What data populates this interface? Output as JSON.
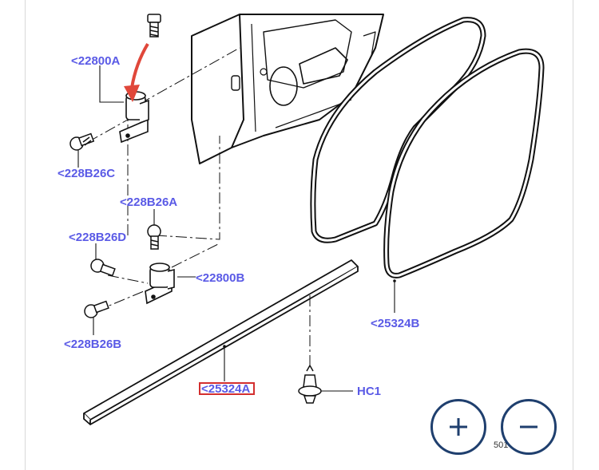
{
  "diagram": {
    "callouts": {
      "hinge_upper": "<22800A",
      "bolt_c": "<228B26C",
      "bolt_a": "<228B26A",
      "bolt_d": "<228B26D",
      "hinge_lower": "<22800B",
      "bolt_b": "<228B26B",
      "seal_frame": "<25324B",
      "seal_strip": "<25324A",
      "clip": "HC1"
    },
    "highlighted_callout": "seal_strip",
    "highlight_color": "#d32f2f",
    "arrow_color": "#e0473a",
    "callout_color": "#5a5ae6"
  },
  "page": {
    "number": "501"
  },
  "controls": {
    "zoom_in_icon": "plus-icon",
    "zoom_out_icon": "minus-icon",
    "button_color": "#1f3f6e"
  }
}
